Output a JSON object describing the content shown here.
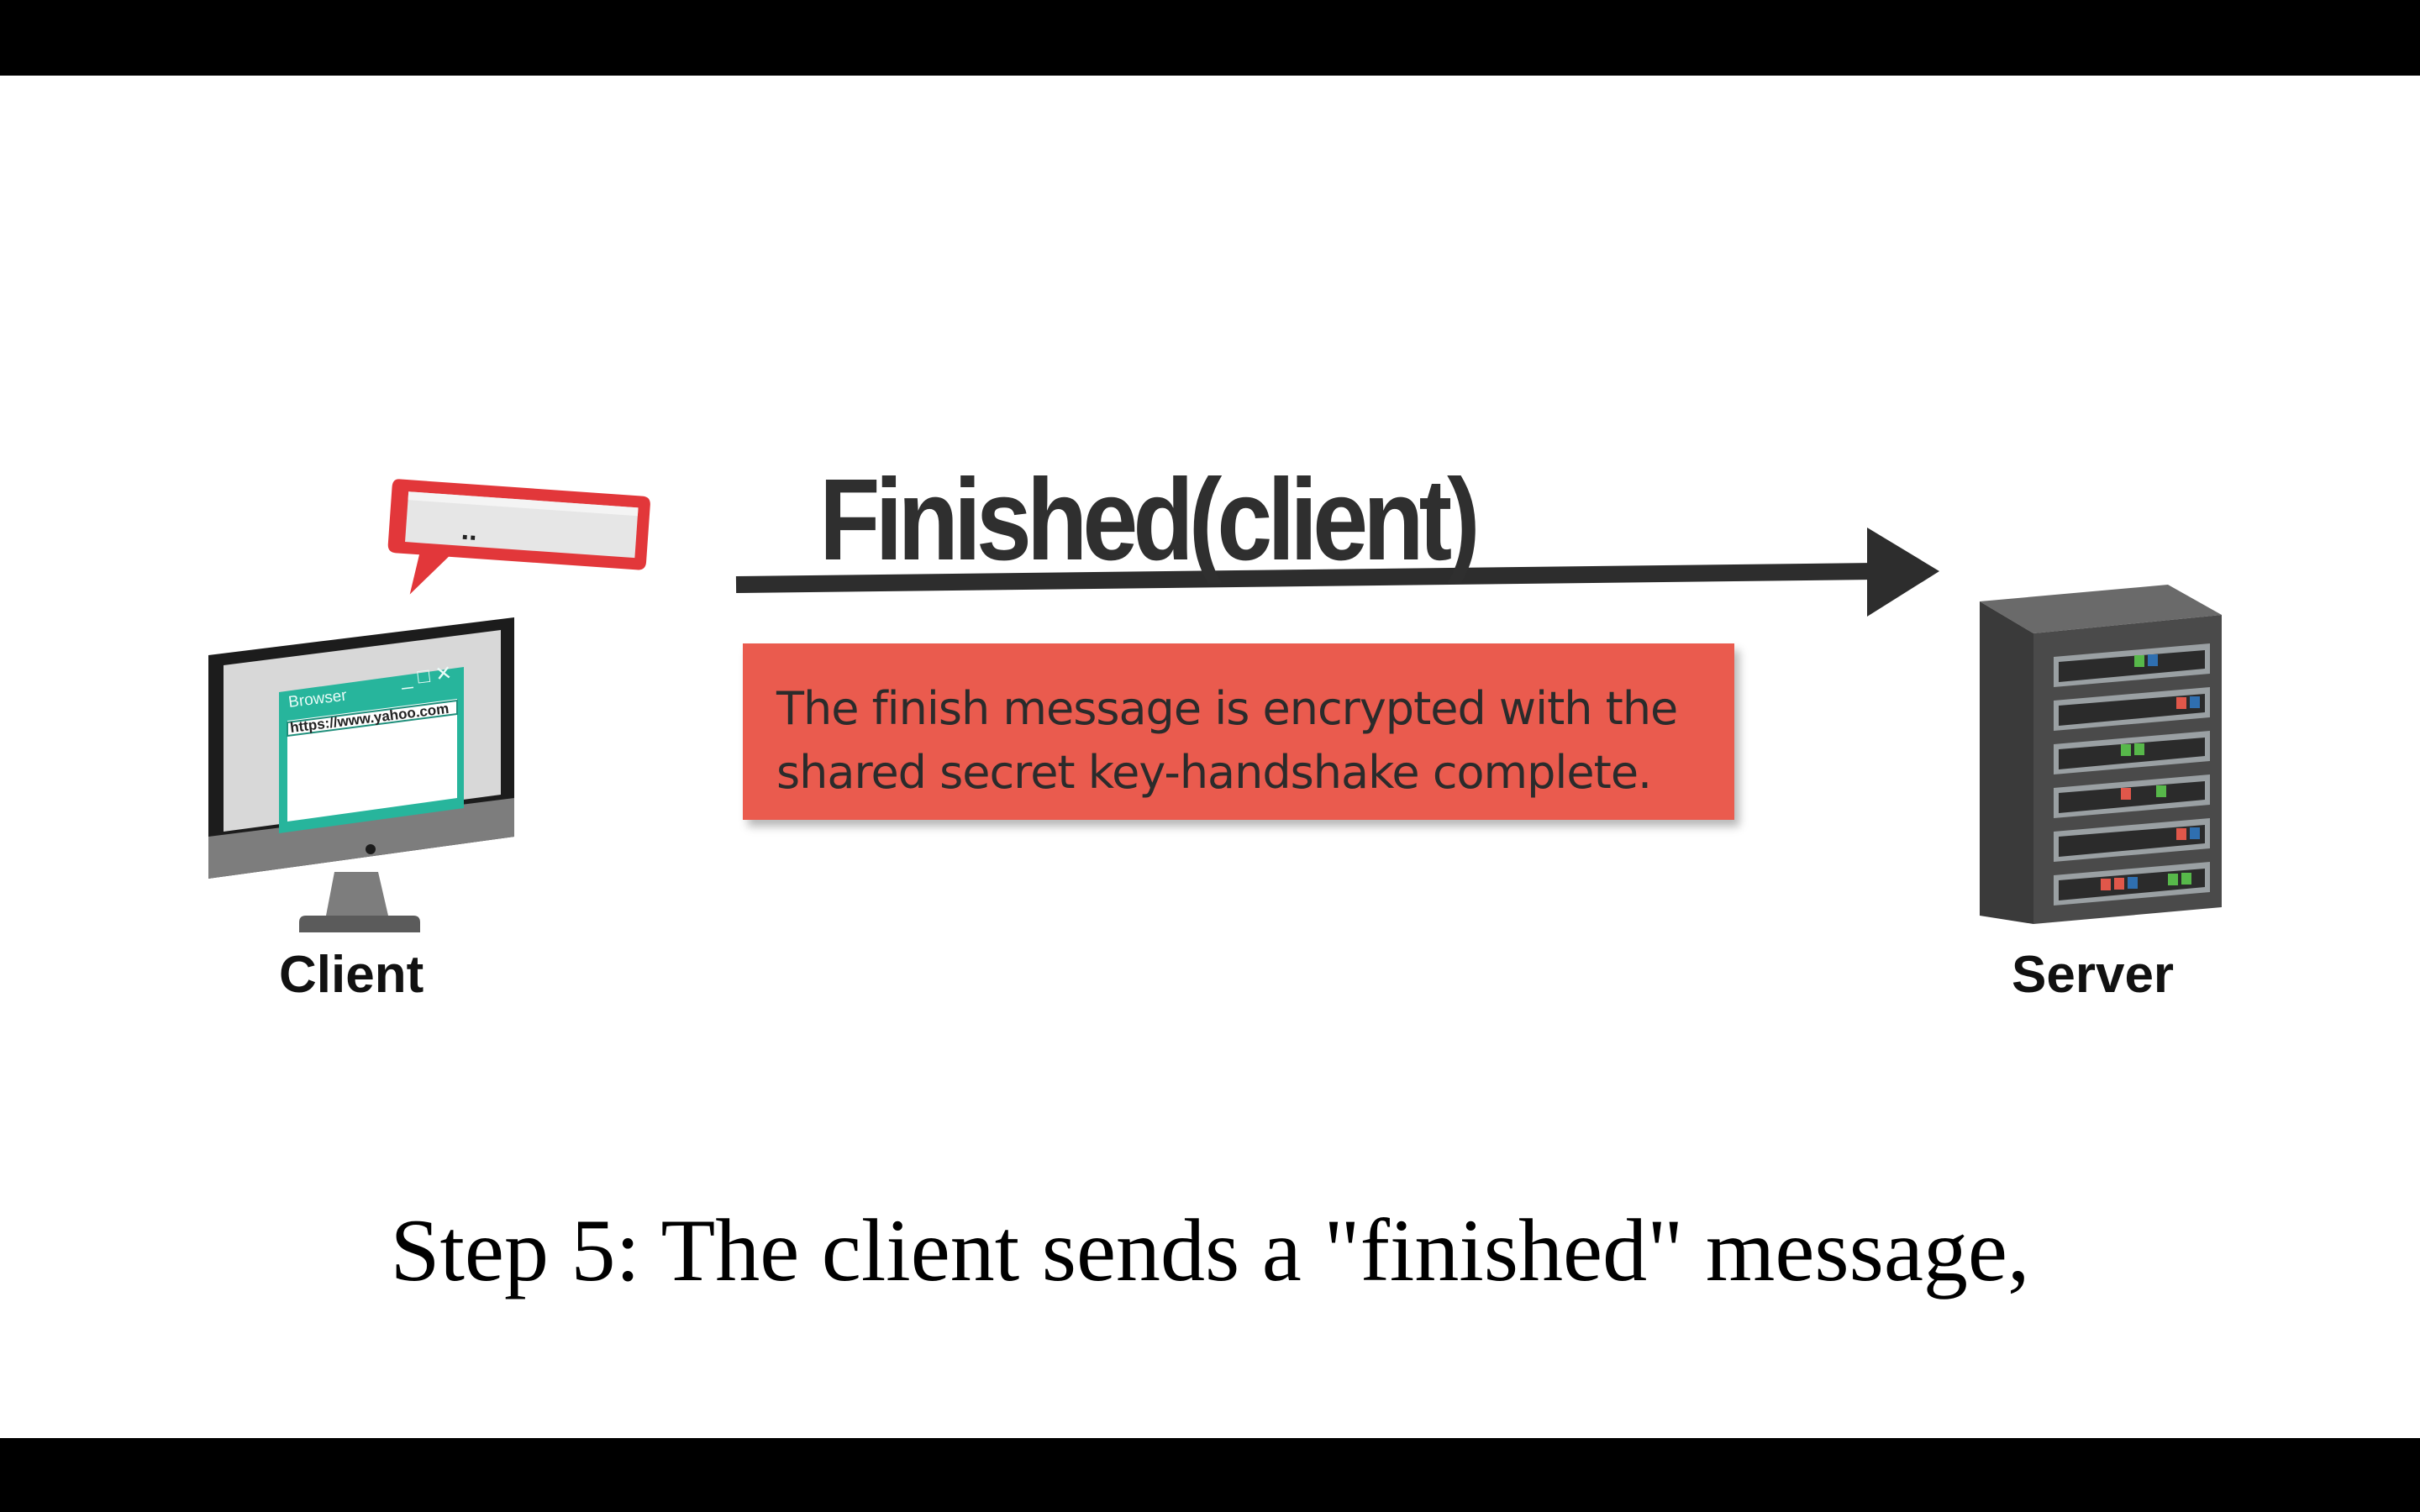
{
  "diagram": {
    "message_title": "Finished(client)",
    "info_box_text": "The finish message is encrypted with the\nshared secret key-handshake complete.",
    "client_label": "Client",
    "server_label": "Server",
    "browser_window_title": "Browser",
    "browser_url": "https://www.yahoo.com",
    "speech_bubble_text": ".."
  },
  "caption": {
    "text": "Step 5: The client sends a \"finished\" message,"
  },
  "colors": {
    "info_box": "#ea5b4e",
    "speech_bubble_border": "#e2373a",
    "browser_window": "#27b59c",
    "arrow": "#2d2d2d",
    "server_body": "#4a4a4a",
    "server_led_green": "#57b84a",
    "server_led_red": "#e0574a",
    "server_led_blue": "#2f6fb0",
    "letterbox": "#000000",
    "stage_background": "#ffffff"
  },
  "icons": {
    "client": "desktop-monitor-icon",
    "server": "server-rack-icon",
    "speech_bubble": "speech-bubble-icon",
    "arrow": "arrow-right-icon"
  }
}
